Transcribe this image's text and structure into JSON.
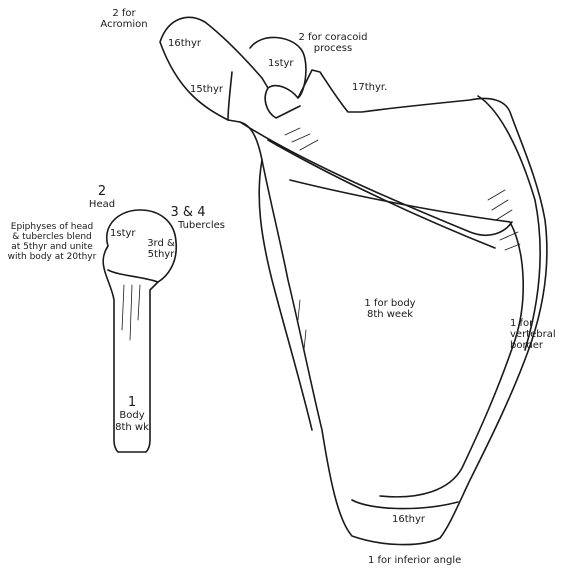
{
  "scapula": {
    "acromion": {
      "num": "2 for",
      "name": "Acromion"
    },
    "acromion_16": "16thyr",
    "acromion_15": "15thyr",
    "coracoid": {
      "num": "2 for coracoid",
      "name": "process"
    },
    "coracoid_1": "1styr",
    "coracoid_17": "17thyr.",
    "body": {
      "line1": "1 for body",
      "line2": "8th week"
    },
    "vertebral": {
      "l1": "1 for",
      "l2": "vertebral",
      "l3": "border"
    },
    "inferior_16": "16thyr",
    "inferior_angle": "1 for inferior angle"
  },
  "humerus": {
    "head_num": "2",
    "head_label": "Head",
    "tubercles_num": "3 & 4",
    "tubercles_label": "Tubercles",
    "note": [
      "Epiphyses of head",
      "& tubercles blend",
      "at 5thyr and unite",
      "with body at 20thyr"
    ],
    "head_1yr": "1styr",
    "tub_l1": "3rd &",
    "tub_l2": "5thyr",
    "body_num": "1",
    "body_label": "Body",
    "body_week": "8th wk"
  },
  "colors": {
    "ink": "#1a1a1a",
    "paper": "#ffffff"
  }
}
